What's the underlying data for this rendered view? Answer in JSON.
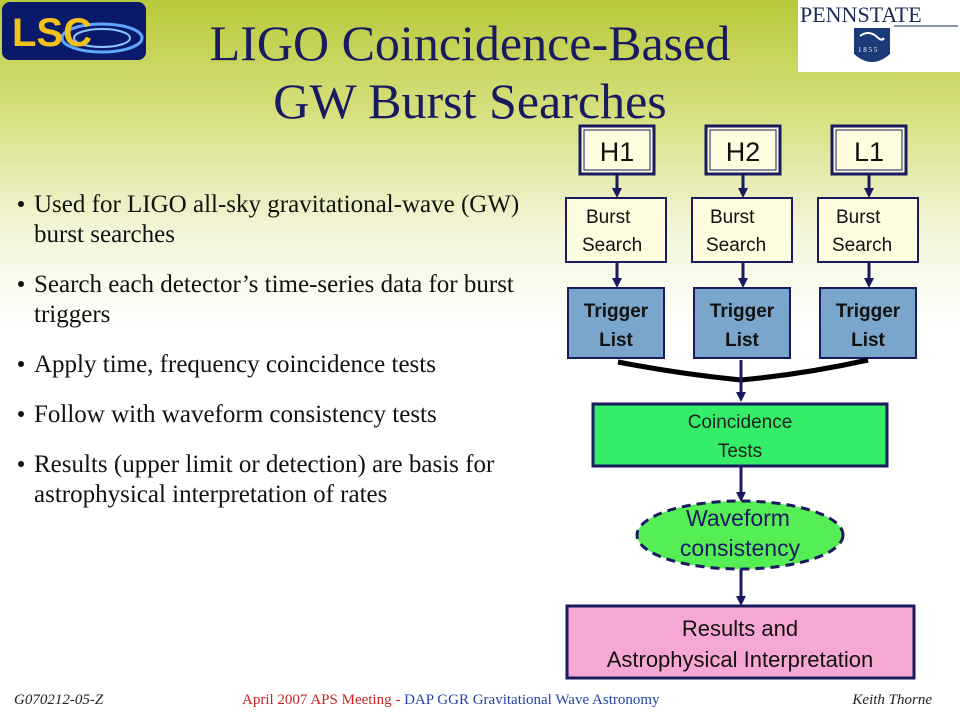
{
  "slide": {
    "title_line1": "LIGO Coincidence-Based",
    "title_line2": "GW Burst Searches",
    "logo_left_text": "LSC",
    "logo_right_text": "PENNSTATE",
    "logo_right_year": "1 8 5 5"
  },
  "bullets": [
    "Used for LIGO all-sky gravitational-wave (GW) burst searches",
    "Search each detector’s time-series data for burst triggers",
    "Apply time, frequency coincidence tests",
    "Follow with waveform consistency tests",
    "Results (upper limit or detection) are basis for astrophysical interpretation of rates"
  ],
  "diagram": {
    "detectors": [
      "H1",
      "H2",
      "L1"
    ],
    "burst_search_line1": "Burst",
    "burst_search_line2": "Search",
    "trigger_list_line1": "Trigger",
    "trigger_list_line2": "List",
    "coincidence_line1": "Coincidence",
    "coincidence_line2": "Tests",
    "waveform_line1": "Waveform",
    "waveform_line2": "consistency",
    "results_line1": "Results and",
    "results_line2": "Astrophysical Interpretation",
    "colors": {
      "detector_fill": "#fffde0",
      "trigger_fill": "#7aa6cc",
      "coincidence_fill": "#33ee66",
      "waveform_fill": "#55ee55",
      "results_fill": "#f7a8d2",
      "border": "#1a1a60"
    }
  },
  "footer": {
    "left": "G070212-05-Z",
    "center_part1": "April 2007 APS Meeting - ",
    "center_part2": "DAP GGR Gravitational Wave Astronomy",
    "right": "Keith Thorne"
  }
}
